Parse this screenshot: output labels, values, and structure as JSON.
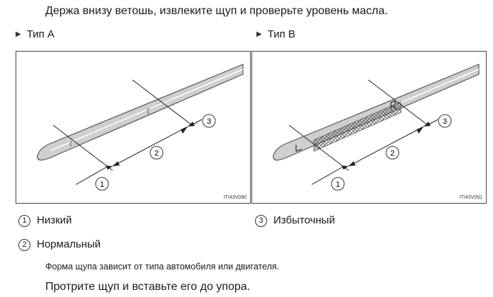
{
  "intro_text": "Держа внизу ветошь, извлеките щуп и проверьте уровень масла.",
  "type_a": {
    "label": "Тип A",
    "figure_code": "ITI43V090"
  },
  "type_b": {
    "label": "Тип B",
    "figure_code": "ITI43V091"
  },
  "callouts": [
    "1",
    "2",
    "3"
  ],
  "legend": [
    {
      "num": "1",
      "text": "Низкий"
    },
    {
      "num": "2",
      "text": "Нормальный"
    },
    {
      "num": "3",
      "text": "Избыточный"
    }
  ],
  "note": "Форма щупа зависит от типа автомобиля или двигателя.",
  "closing_text": "Протрите щуп и вставьте его до упора.",
  "icons": {
    "bullet": "triangle-right-icon",
    "dipstick": "dipstick-icon"
  }
}
